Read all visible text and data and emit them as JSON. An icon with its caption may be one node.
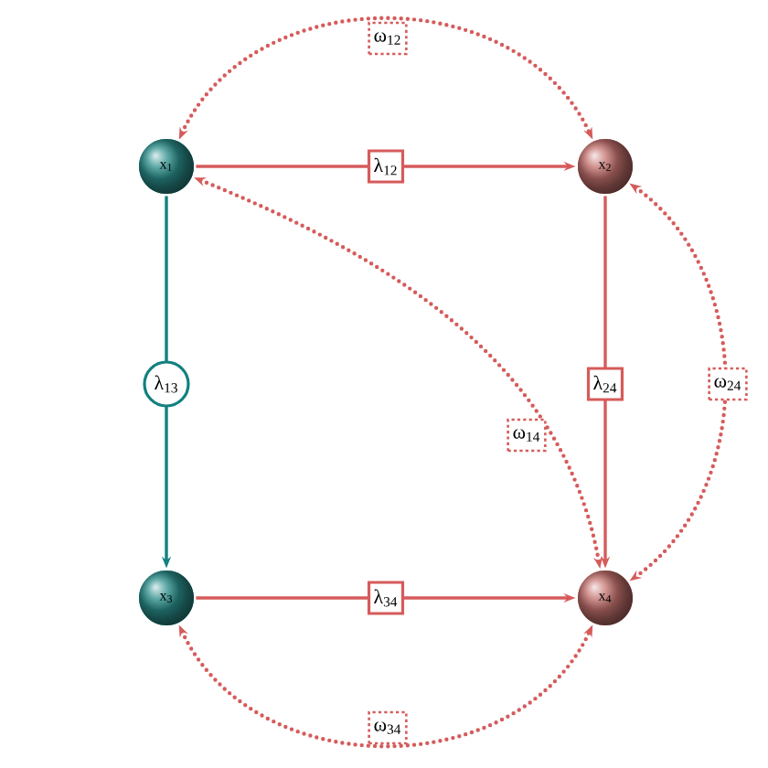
{
  "diagram": {
    "nodes": [
      {
        "text": [
          "x$_{1}$"
        ]
      },
      {
        "text": [
          "x$_{2}$"
        ]
      },
      {
        "text": [
          "x$_{3}$"
        ]
      },
      {
        "text": [
          "x$_{4}$"
        ]
      }
    ],
    "edges": [
      {
        "from": 0,
        "to": 1,
        "arrow": "to",
        "label": "λ$_{12}$"
      },
      {
        "from": 0,
        "to": 2,
        "arrow": "to",
        "label": "λ$_{13}$",
        "color": "#12817f"
      },
      {
        "from": 1,
        "to": 3,
        "arrow": "to",
        "label": "λ$_{24}$"
      },
      {
        "from": 2,
        "to": 3,
        "arrow": "to",
        "label": "λ$_{34}$"
      },
      {
        "from": 0,
        "to": 1,
        "arrow": "both",
        "label": "ω$_{12}$",
        "style": "dashed"
      },
      {
        "from": 0,
        "to": 3,
        "arrow": "both",
        "label": "ω$_{14}$",
        "style": "dashed"
      },
      {
        "from": 1,
        "to": 3,
        "arrow": "both",
        "label": "ω$_{24}$",
        "style": "dashed"
      },
      {
        "from": 2,
        "to": 3,
        "arrow": "both",
        "label": "ω$_{34}$",
        "style": "dashed"
      }
    ]
  }
}
